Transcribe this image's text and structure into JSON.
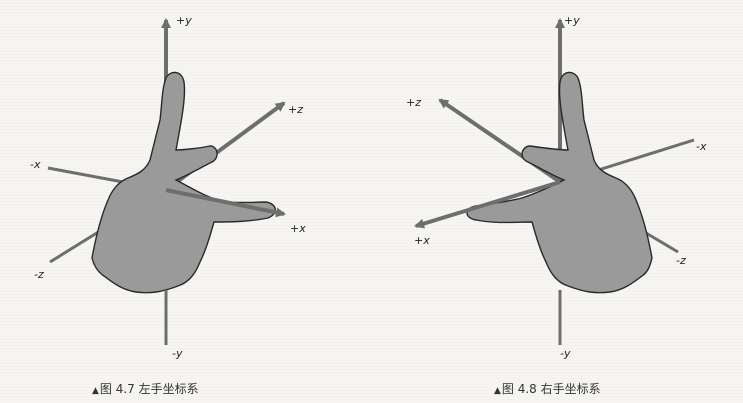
{
  "left_figure": {
    "axes": {
      "plus_y": "+y",
      "minus_y": "-y",
      "plus_x": "+x",
      "minus_x": "-x",
      "plus_z": "+z",
      "minus_z": "-z"
    },
    "caption_marker": "▲",
    "caption_text": "图 4.7   左手坐标系"
  },
  "right_figure": {
    "axes": {
      "plus_y": "+y",
      "minus_y": "-y",
      "plus_x": "+x",
      "minus_x": "-x",
      "plus_z": "+z",
      "minus_z": "-z"
    },
    "caption_marker": "▲",
    "caption_text": "图 4.8   右手坐标系"
  },
  "colors": {
    "axis": "#6e6e6e",
    "hand_fill": "#9a9a9a",
    "hand_stroke": "#2a2a2a",
    "background": "#f6f5f2"
  }
}
